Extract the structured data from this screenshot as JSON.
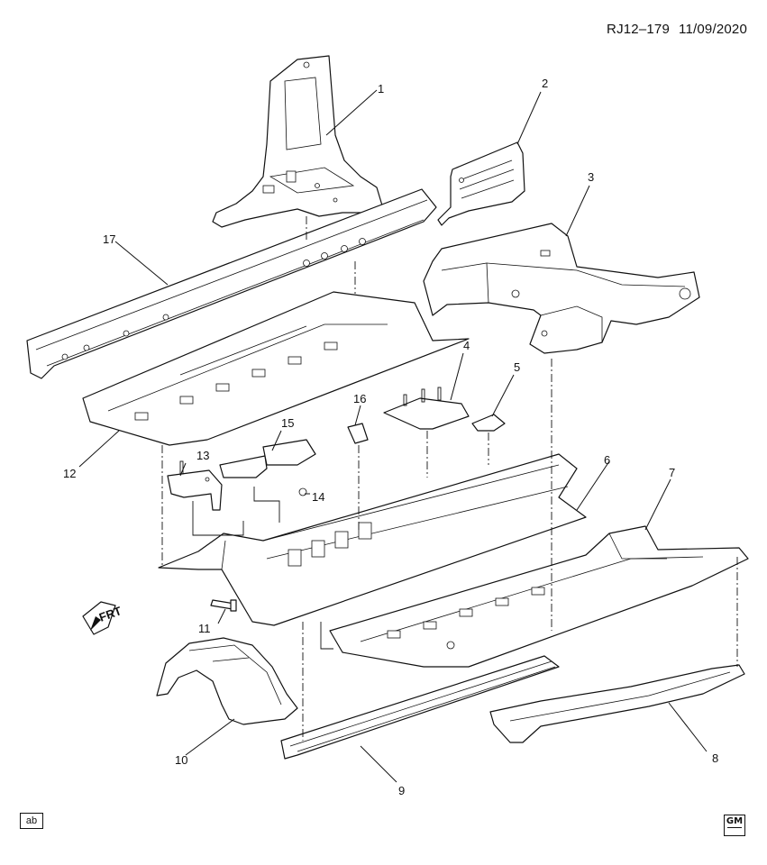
{
  "header": {
    "code": "RJ12–179",
    "date": "11/09/2020"
  },
  "footer": {
    "box_label": "ab",
    "logo_text": "GM"
  },
  "front_arrow": {
    "label": "FRT"
  },
  "callouts": [
    {
      "id": "1",
      "label": "1"
    },
    {
      "id": "2",
      "label": "2"
    },
    {
      "id": "3",
      "label": "3"
    },
    {
      "id": "4",
      "label": "4"
    },
    {
      "id": "5",
      "label": "5"
    },
    {
      "id": "6",
      "label": "6"
    },
    {
      "id": "7",
      "label": "7"
    },
    {
      "id": "8",
      "label": "8"
    },
    {
      "id": "9",
      "label": "9"
    },
    {
      "id": "10",
      "label": "10"
    },
    {
      "id": "11",
      "label": "11"
    },
    {
      "id": "12",
      "label": "12"
    },
    {
      "id": "13",
      "label": "13"
    },
    {
      "id": "14",
      "label": "14"
    },
    {
      "id": "15",
      "label": "15"
    },
    {
      "id": "16",
      "label": "16"
    },
    {
      "id": "17",
      "label": "17"
    }
  ]
}
